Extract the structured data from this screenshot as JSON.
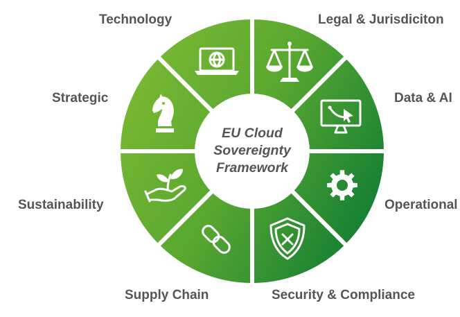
{
  "diagram": {
    "center": {
      "lines": [
        "EU Cloud",
        "Sovereignty",
        "Framework"
      ]
    },
    "segments": [
      {
        "label": "Technology",
        "icon": "laptop-globe-icon"
      },
      {
        "label": "Legal & Jurisdiciton",
        "icon": "scales-icon"
      },
      {
        "label": "Data & AI",
        "icon": "monitor-cursor-icon"
      },
      {
        "label": "Operational",
        "icon": "gear-icon"
      },
      {
        "label": "Security & Compliance",
        "icon": "shield-x-icon"
      },
      {
        "label": "Supply Chain",
        "icon": "chain-link-icon"
      },
      {
        "label": "Sustainability",
        "icon": "hand-plant-icon"
      },
      {
        "label": "Strategic",
        "icon": "chess-knight-icon"
      }
    ],
    "colors": {
      "light_green": "#7bb933",
      "dark_green": "#0c7a34",
      "label_gray": "#555555"
    }
  }
}
